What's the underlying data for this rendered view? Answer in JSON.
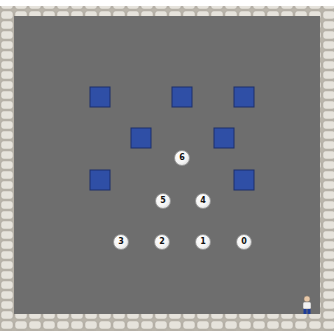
{
  "diagram": {
    "nodes": [
      {
        "text": [
          "6"
        ]
      },
      {
        "text": [
          "5"
        ]
      },
      {
        "text": [
          "4"
        ]
      },
      {
        "text": [
          "3"
        ]
      },
      {
        "text": [
          "2"
        ]
      },
      {
        "text": [
          "1"
        ]
      },
      {
        "text": [
          "0"
        ]
      }
    ]
  }
}
